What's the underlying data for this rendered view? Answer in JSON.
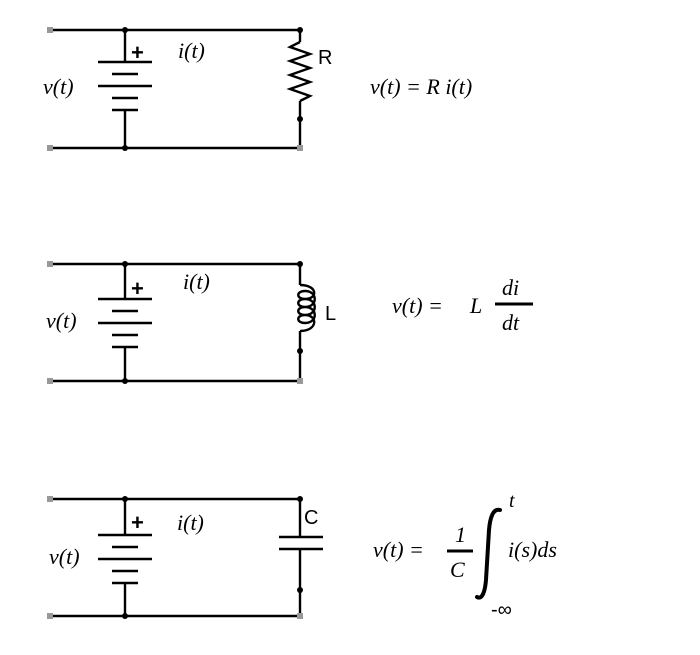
{
  "circuits": [
    {
      "component": "resistor",
      "plus": "+",
      "current": "i(t)",
      "voltage": "v(t)",
      "label": "R",
      "equation": "v(t) = R i(t)"
    },
    {
      "component": "inductor",
      "plus": "+",
      "current": "i(t)",
      "voltage": "v(t)",
      "label": "L",
      "eq_lhs": "v(t) =",
      "eq_coef": "L",
      "eq_num": "di",
      "eq_den": "dt"
    },
    {
      "component": "capacitor",
      "plus": "+",
      "current": "i(t)",
      "voltage": "v(t)",
      "label": "C",
      "eq_lhs": "v(t) =",
      "eq_num": "1",
      "eq_den": "C",
      "eq_upper": "t",
      "eq_integrand": "i(s)ds",
      "eq_lower": "-∞"
    }
  ]
}
